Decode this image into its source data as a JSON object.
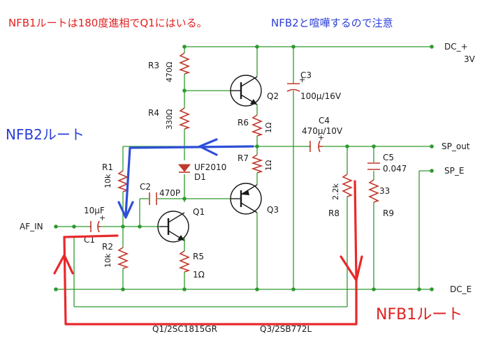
{
  "header": {
    "note_red": "NFB1ルートは180度進相でQ1にはいる。",
    "note_blue": "NFB2と喧嘩するので注意"
  },
  "labels": {
    "nfb2_route": "NFB2ルート",
    "nfb1_route": "NFB1ルート"
  },
  "ports": {
    "dc_plus": "DC_+",
    "dc_voltage": "3V",
    "sp_out": "SP_out",
    "sp_e": "SP_E",
    "af_in": "AF_IN",
    "dc_e": "DC_E"
  },
  "components": {
    "r3_ref": "R3",
    "r3_val": "470Ω",
    "r4_ref": "R4",
    "r4_val": "330Ω",
    "r6_ref": "R6",
    "r6_val": "1Ω",
    "r7_ref": "R7",
    "r7_val": "1Ω",
    "r1_ref": "R1",
    "r1_val": "10k",
    "r2_ref": "R2",
    "r2_val": "10k",
    "r5_ref": "R5",
    "r5_val": "1Ω",
    "r8_ref": "R8",
    "r8_val": "2.2k",
    "r9_ref": "R9",
    "r9_val": "33",
    "c1_ref": "C1",
    "c1_val": "10μF",
    "c2_ref": "C2",
    "c2_val": "470P",
    "c3_ref": "C3",
    "c3_val": "100μ/16V",
    "c4_ref": "C4",
    "c4_val": "470μ/10V",
    "c5_ref": "C5",
    "c5_val": "0.047",
    "d1_ref": "D1",
    "d1_val": "UF2010",
    "q1_ref": "Q1",
    "q2_ref": "Q2",
    "q3_ref": "Q3"
  },
  "footer": {
    "q1_part": "Q1/2SC1815GR",
    "q3_part": "Q3/2SB772L"
  }
}
